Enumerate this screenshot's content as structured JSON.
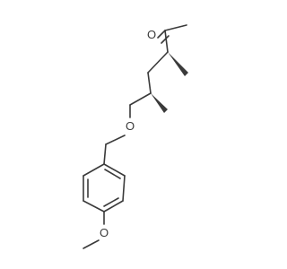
{
  "molecule": {
    "atoms": {
      "carbonyl_oxygen": "O",
      "ether_oxygen": "O",
      "methoxy_oxygen": "O"
    }
  },
  "colors": {
    "bond": "#3a3a3a",
    "background": "#ffffff"
  }
}
